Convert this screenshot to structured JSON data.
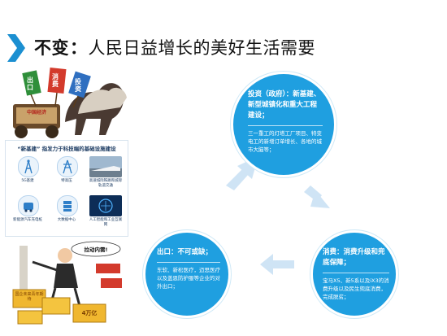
{
  "title": {
    "bold_text": "不变",
    "colon": "：",
    "subtitle": "人民日益增长的美好生活需要"
  },
  "cartoon_top": {
    "labels": [
      "出口",
      "消费",
      "投资",
      "中国经济"
    ]
  },
  "infra_panel": {
    "title": "“新基建” 指发力于科技端的基础设施建设",
    "items": [
      {
        "label": "5G基建",
        "icon": "tower-icon"
      },
      {
        "label": "特高压",
        "icon": "power-tower-icon"
      },
      {
        "label": "高速城际铁路和城际轨道交通",
        "icon": "train-photo"
      },
      {
        "label": "新能源汽车充电桩",
        "icon": "charger-icon"
      },
      {
        "label": "大数据中心",
        "icon": "datacenter-icon"
      },
      {
        "label": "人工智能和工业互联网",
        "icon": "ai-photo"
      }
    ]
  },
  "cartoon_bottom": {
    "labels": [
      "拉动内需!",
      "国企未来青年期待",
      "4万亿"
    ]
  },
  "cycle": {
    "top": {
      "heading": "投资（政府）：新基建、新型城镇化和重大工程建设；",
      "body": "三一重工的灯塔工厂项目、特变电工的新增订单增长、各地的城市大脑等；"
    },
    "right": {
      "heading": "消费：消费升级和兜底保障；",
      "body": "宝马X5、新5系以及iX3的消费升级以及民生兜底消费，完成脱贫；"
    },
    "left": {
      "heading": "出口：不可或缺；",
      "body": "东软、新松医疗，迈思医疗以及盖恩防护服等企业的对外出口；"
    }
  },
  "colors": {
    "accent_blue": "#1f9fe0",
    "arrow_light": "#cfe4f5",
    "title_chevron": "#1b8fd1"
  }
}
